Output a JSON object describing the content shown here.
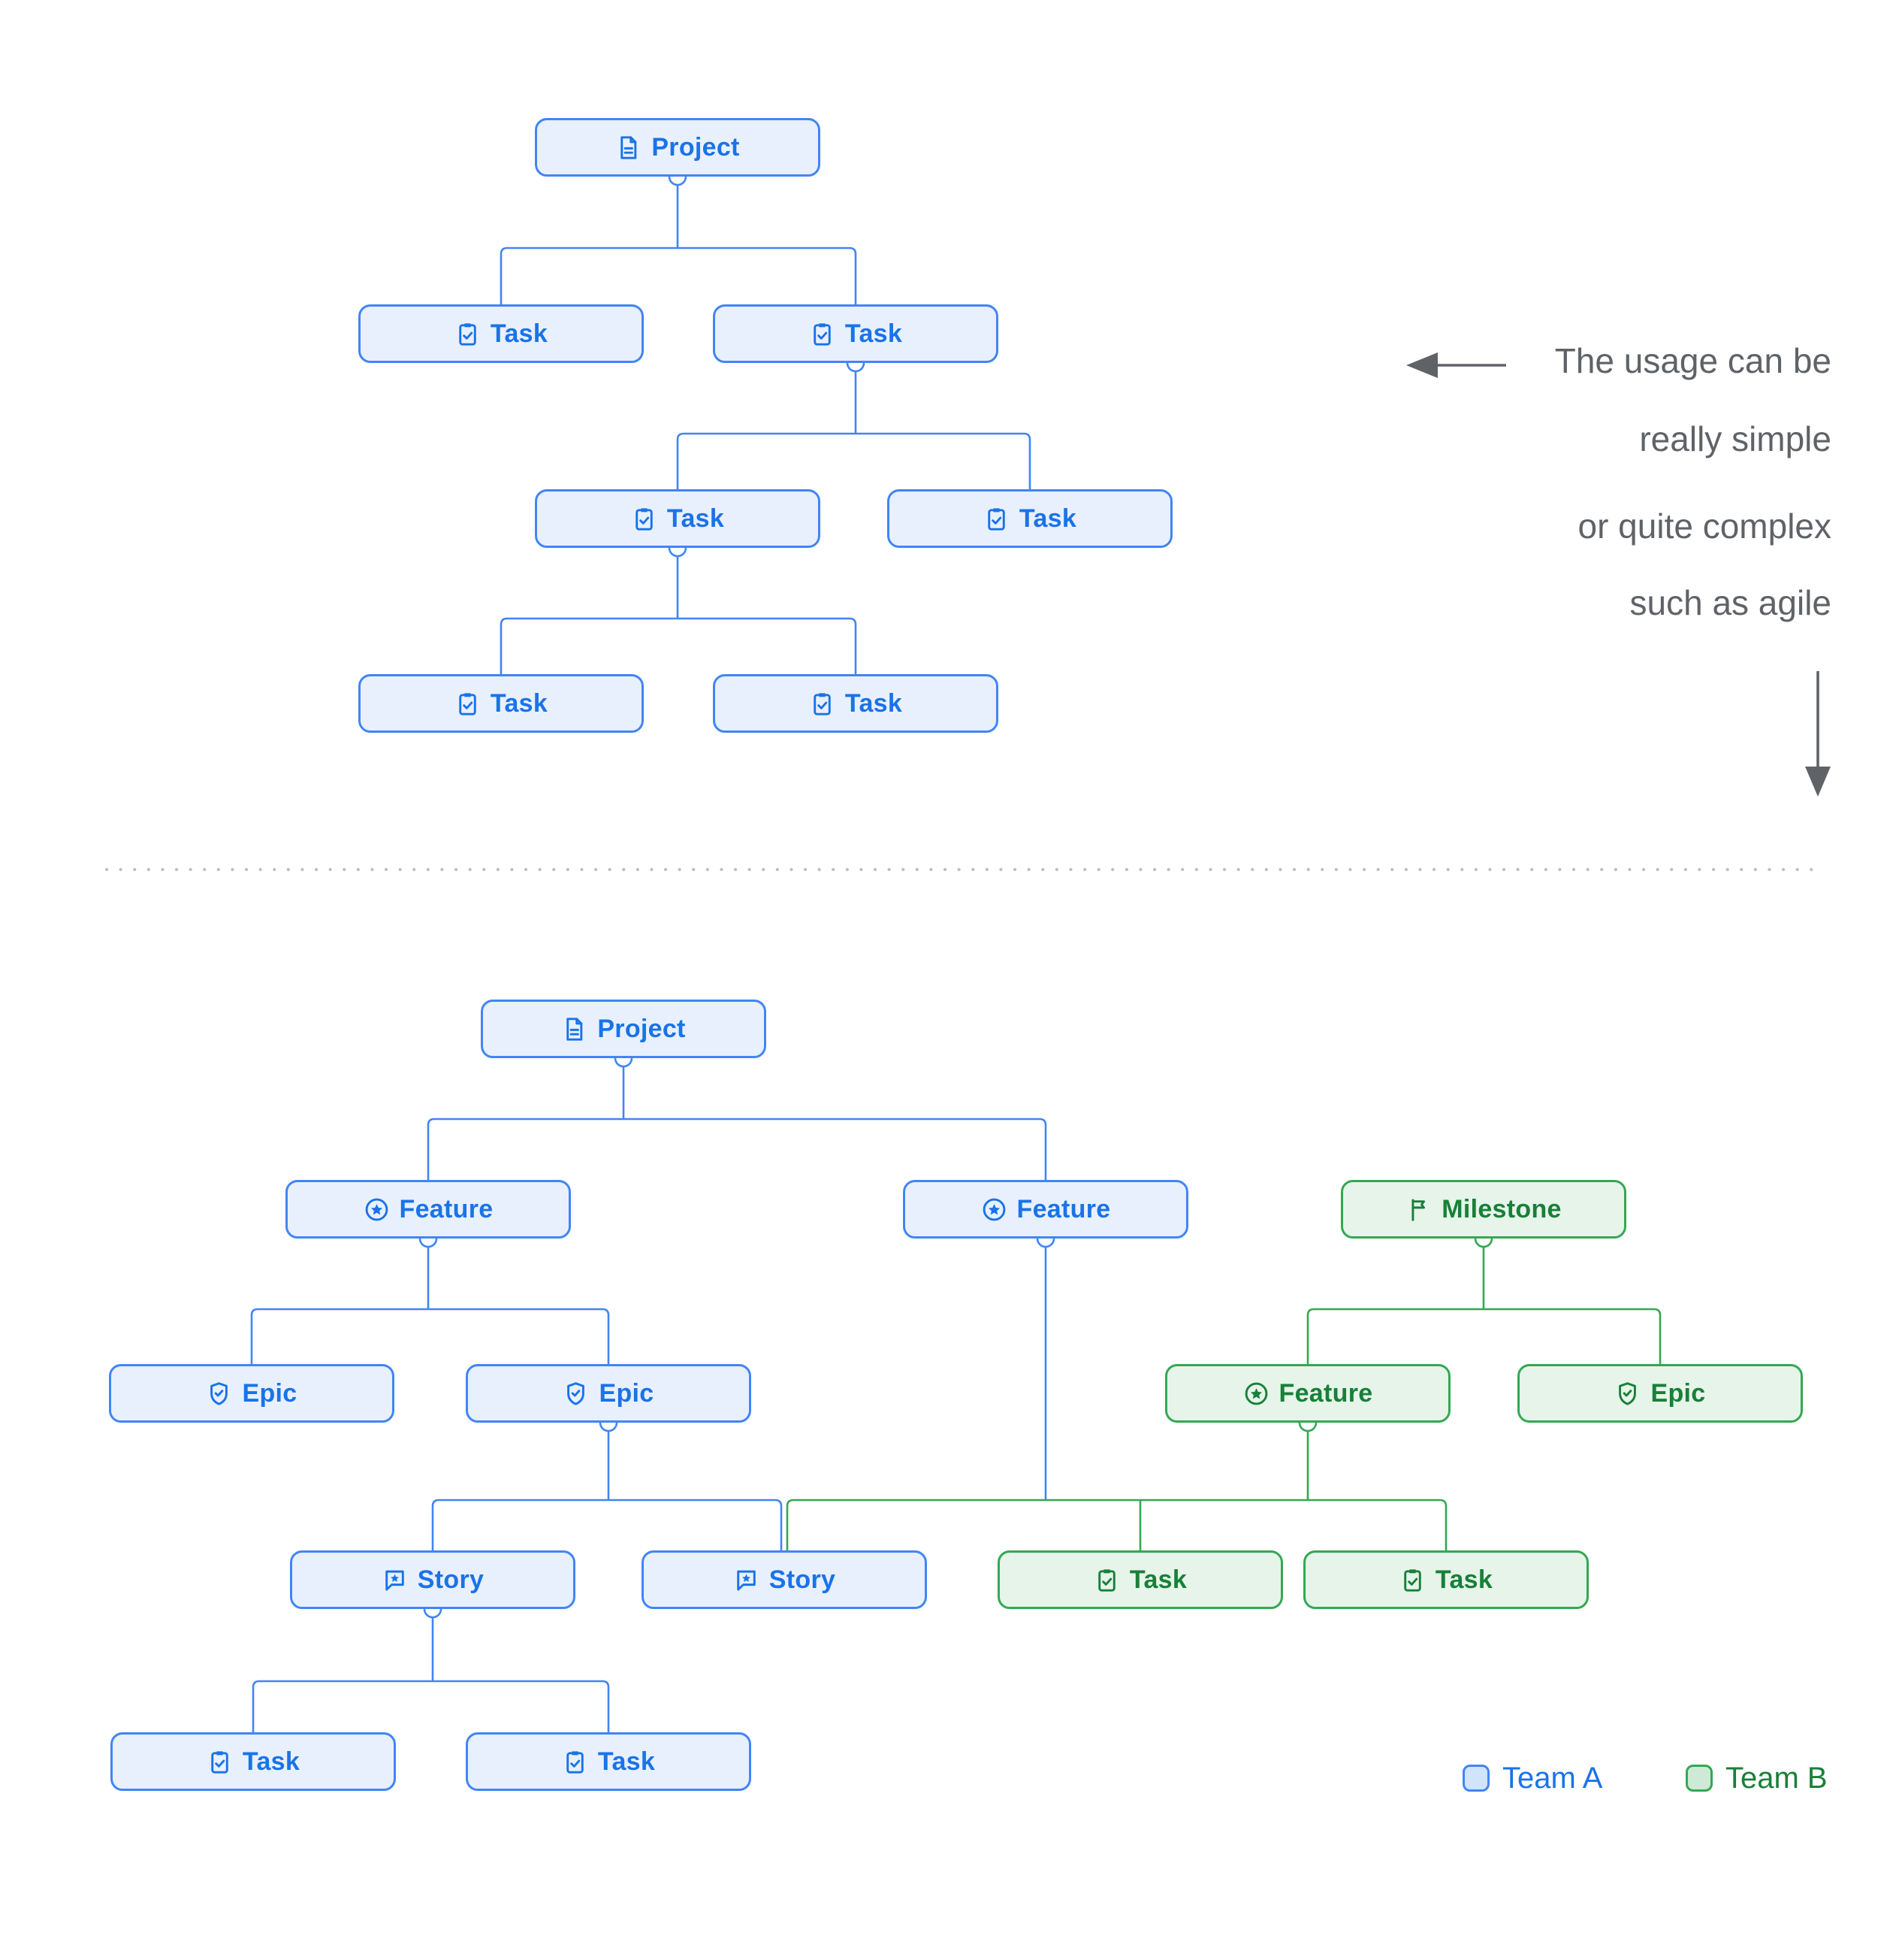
{
  "colors": {
    "team_a_border": "#4285F4",
    "team_a_fill": "#E8F0FE",
    "team_a_text": "#1A73E8",
    "team_b_border": "#34A853",
    "team_b_fill": "#E6F4EA",
    "team_b_text": "#188038",
    "legend_a_fill": "#D2E3FC",
    "legend_b_fill": "#CEEAD6",
    "annotation_text": "#5F6368",
    "arrow": "#5F6368",
    "divider": "#BDC1C6",
    "page_background": "#FFFFFF"
  },
  "annotation": {
    "lines": [
      "The usage can be",
      "really simple",
      "or quite complex",
      "such as agile"
    ]
  },
  "diagram_simple": {
    "nodes": [
      {
        "label": "Project",
        "type": "project",
        "team": "Team A"
      },
      {
        "label": "Task",
        "type": "task",
        "team": "Team A"
      },
      {
        "label": "Task",
        "type": "task",
        "team": "Team A"
      },
      {
        "label": "Task",
        "type": "task",
        "team": "Team A"
      },
      {
        "label": "Task",
        "type": "task",
        "team": "Team A"
      },
      {
        "label": "Task",
        "type": "task",
        "team": "Team A"
      },
      {
        "label": "Task",
        "type": "task",
        "team": "Team A"
      }
    ]
  },
  "diagram_complex": {
    "nodes": [
      {
        "label": "Project",
        "type": "project",
        "team": "Team A"
      },
      {
        "label": "Feature",
        "type": "feature",
        "team": "Team A"
      },
      {
        "label": "Feature",
        "type": "feature",
        "team": "Team A"
      },
      {
        "label": "Milestone",
        "type": "milestone",
        "team": "Team B"
      },
      {
        "label": "Epic",
        "type": "epic",
        "team": "Team A"
      },
      {
        "label": "Epic",
        "type": "epic",
        "team": "Team A"
      },
      {
        "label": "Feature",
        "type": "feature",
        "team": "Team B"
      },
      {
        "label": "Epic",
        "type": "epic",
        "team": "Team B"
      },
      {
        "label": "Story",
        "type": "story",
        "team": "Team A"
      },
      {
        "label": "Story",
        "type": "story",
        "team": "Team A"
      },
      {
        "label": "Task",
        "type": "task",
        "team": "Team B"
      },
      {
        "label": "Task",
        "type": "task",
        "team": "Team B"
      },
      {
        "label": "Task",
        "type": "task",
        "team": "Team A"
      },
      {
        "label": "Task",
        "type": "task",
        "team": "Team A"
      }
    ]
  },
  "legend": {
    "items": [
      {
        "label": "Team A"
      },
      {
        "label": "Team B"
      }
    ]
  }
}
